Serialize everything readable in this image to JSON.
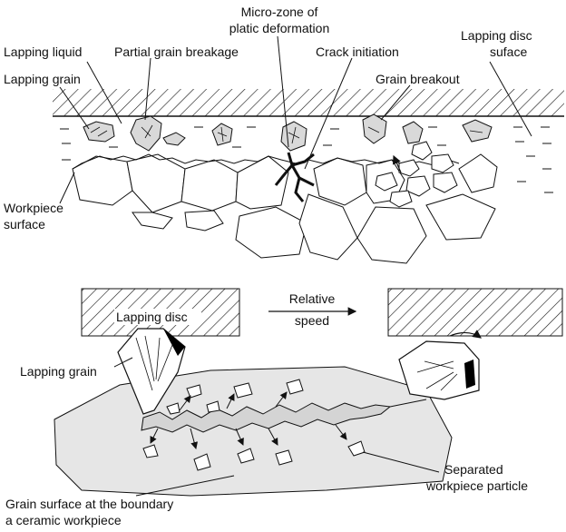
{
  "top": {
    "labels": {
      "lapping_liquid": "Lapping liquid",
      "partial_grain_breakage": "Partial grain breakage",
      "micro_zone_line1": "Micro-zone of",
      "micro_zone_line2": "platic deformation",
      "crack_initiation": "Crack initiation",
      "lapping_disc_surface_line1": "Lapping disc",
      "lapping_disc_surface_line2": "suface",
      "lapping_grain": "Lapping grain",
      "grain_breakout": "Grain breakout",
      "workpiece_surface_line1": "Workpiece",
      "workpiece_surface_line2": "surface"
    }
  },
  "bottom": {
    "labels": {
      "relative_speed_line1": "Relative",
      "relative_speed_line2": "speed",
      "lapping_disc": "Lapping disc",
      "lapping_grain": "Lapping grain",
      "separated_particle_line1": "Separated",
      "separated_particle_line2": "workpiece particle",
      "grain_surface_line1": "Grain surface at the boundary",
      "grain_surface_line2": "a ceramic workpiece"
    }
  },
  "colors": {
    "ink": "#111111",
    "grain_fill": "#d9d9d9",
    "workpiece_fill": "#e6e6e6",
    "cutting_edge": "#000000"
  }
}
